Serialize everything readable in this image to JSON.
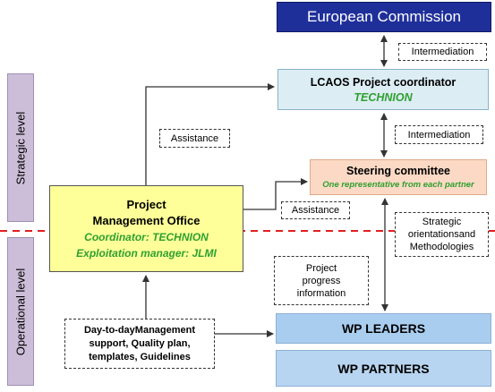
{
  "levels": {
    "strategic": "Strategic level",
    "operational": "Operational level"
  },
  "nodes": {
    "european_commission": "European Commission",
    "coordinator": {
      "title": "LCAOS Project coordinator",
      "subtitle": "TECHNION"
    },
    "steering": {
      "title": "Steering committee",
      "subtitle": "One representative from each partner"
    },
    "pmo": {
      "line1": "Project",
      "line2": "Management Office",
      "line3": "Coordinator: TECHNION",
      "line4": "Exploitation manager: JLMI"
    },
    "wp_leaders": "WP LEADERS",
    "wp_partners": "WP PARTNERS"
  },
  "labels": {
    "intermediation_top": "Intermediation",
    "intermediation_mid": "Intermediation",
    "assistance_left": "Assistance",
    "assistance_right": "Assistance",
    "strategic_orientations": {
      "line1": "Strategic",
      "line2": "orientationsand",
      "line3": "Methodologies"
    },
    "project_progress": {
      "line1": "Project",
      "line2": "progress",
      "line3": "information"
    },
    "day_to_day": {
      "line1": "Day-to-dayManagement",
      "line2": "support, Quality plan,",
      "line3": "templates, Guidelines"
    }
  },
  "colors": {
    "european_commission": "#1f2f9a",
    "coordinator": "#dcedf4",
    "steering": "#fbd9c5",
    "pmo": "#ffff99",
    "wp": "#a9cdef",
    "level_band": "#ccbed9",
    "accent_green": "#2fa02f",
    "divider_red": "#e02020"
  }
}
